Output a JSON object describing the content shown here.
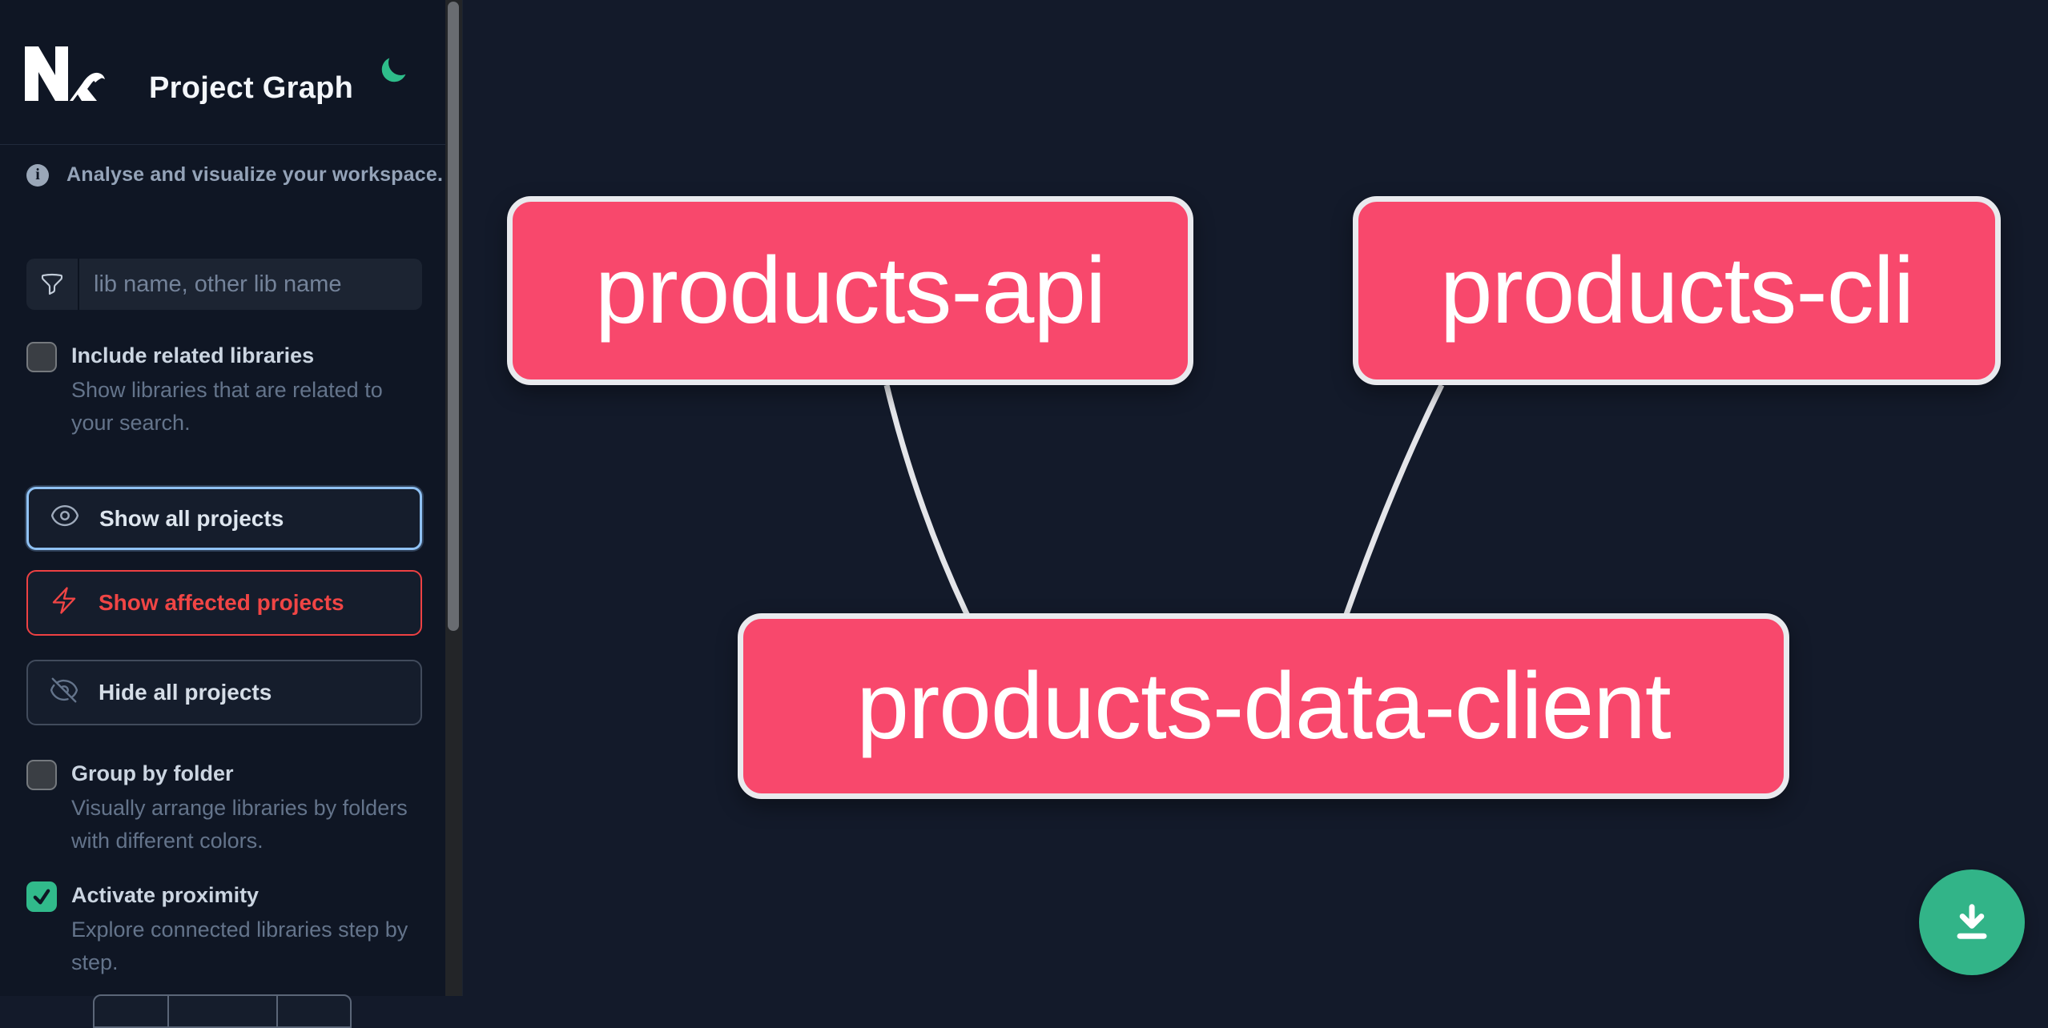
{
  "header": {
    "app_name": "Nx",
    "title": "Project Graph",
    "theme_icon": "moon-icon"
  },
  "sidebar": {
    "info_text": "Analyse and visualize your workspace.",
    "search": {
      "placeholder": "lib name, other lib name",
      "value": "",
      "icon": "funnel-icon"
    },
    "toggles": [
      {
        "label": "Include related libraries",
        "description": "Show libraries that are related to your search.",
        "checked": false
      },
      {
        "label": "Group by folder",
        "description": "Visually arrange libraries by folders with different colors.",
        "checked": false
      },
      {
        "label": "Activate proximity",
        "description": "Explore connected libraries step by step.",
        "checked": true
      }
    ],
    "buttons": [
      {
        "label": "Show all projects",
        "icon": "eye-icon",
        "state": "focused"
      },
      {
        "label": "Show affected projects",
        "icon": "bolt-icon",
        "state": "affected"
      },
      {
        "label": "Hide all projects",
        "icon": "eye-off-icon",
        "state": "default"
      }
    ]
  },
  "graph": {
    "nodes": [
      {
        "label": "products-api"
      },
      {
        "label": "products-cli"
      },
      {
        "label": "products-data-client"
      }
    ],
    "edges": [
      {
        "source": "products-api",
        "target": "products-data-client"
      },
      {
        "source": "products-cli",
        "target": "products-data-client"
      }
    ]
  },
  "fab": {
    "icon": "download-icon"
  },
  "colors": {
    "accent_green": "#32b488",
    "node_fill": "#f8486c",
    "node_border": "#e9eaee",
    "affected_red": "#ee4143",
    "focus_blue": "#8fc1f3",
    "sidebar_bg": "#0f1624",
    "canvas_bg": "#131a2a",
    "edge": "#e4e5e9"
  }
}
